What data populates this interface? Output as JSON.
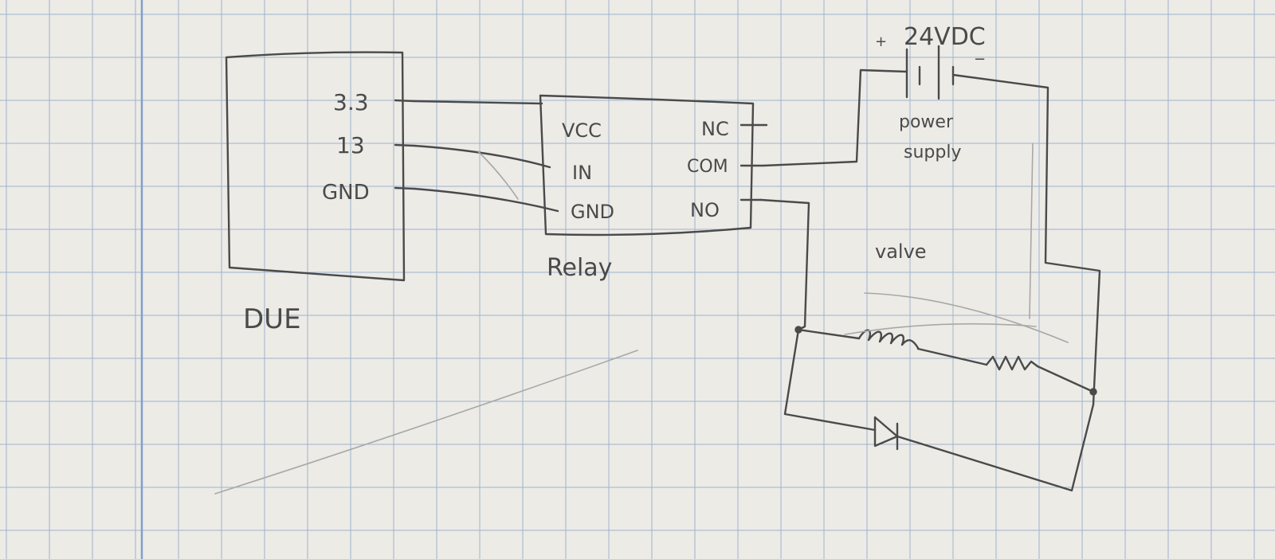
{
  "colors": {
    "paper": "#ecebe6",
    "grid": "#9fb3cf",
    "margin_line": "#7fa0cc",
    "pencil": "#4a4a4a",
    "pencil_faint": "#a8a8a8"
  },
  "arduino": {
    "name": "DUE",
    "pins": {
      "p33": "3.3",
      "p13": "13",
      "gnd": "GND"
    }
  },
  "relay": {
    "name": "Relay",
    "left_pins": {
      "vcc": "VCC",
      "in": "IN",
      "gnd": "GND"
    },
    "right_pins": {
      "nc": "NC",
      "com": "COM",
      "no": "NO"
    }
  },
  "power_supply": {
    "voltage": "24VDC",
    "plus": "+",
    "minus": "−",
    "label_line1": "power",
    "label_line2": "supply"
  },
  "valve": {
    "label": "valve"
  }
}
